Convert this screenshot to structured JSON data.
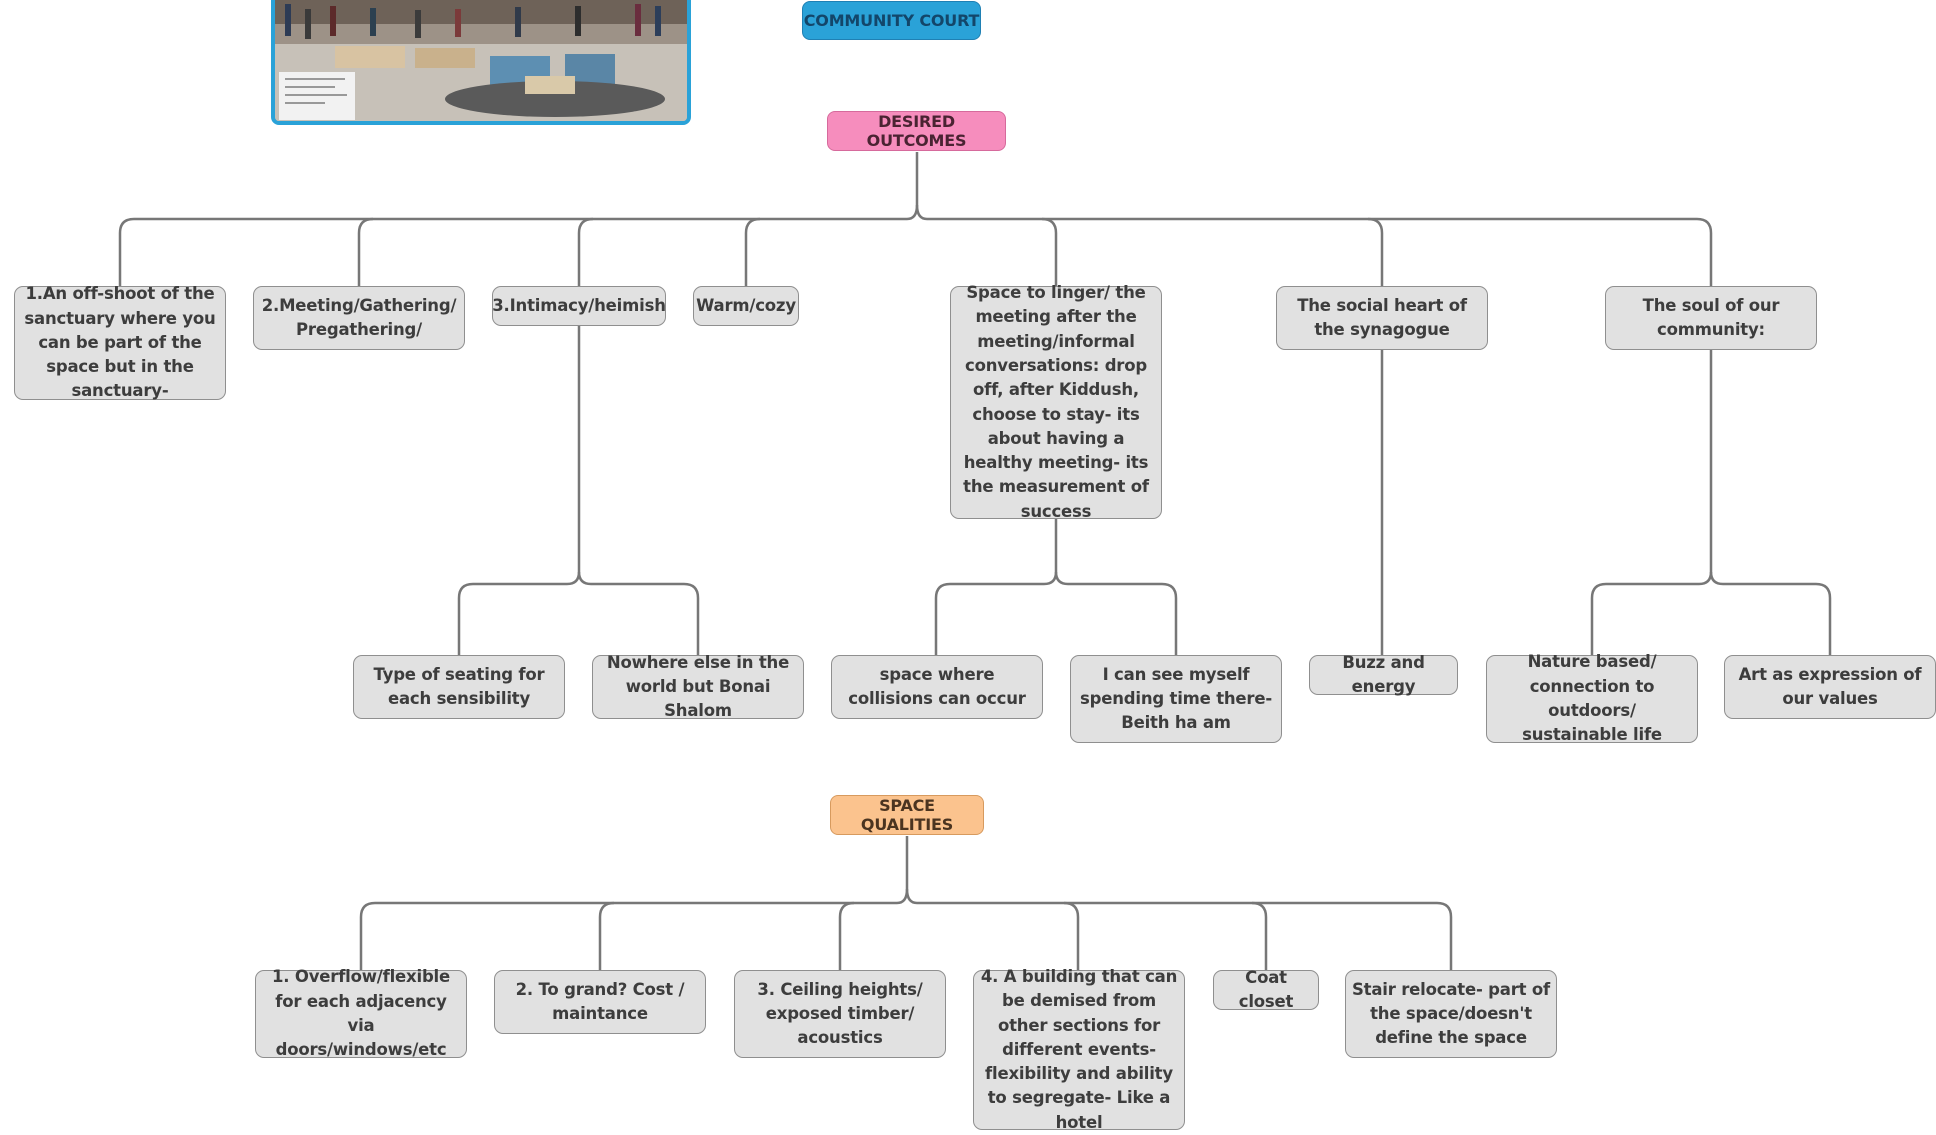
{
  "headers": {
    "community": "COMMUNITY COURT",
    "outcomes": "DESIRED OUTCOMES",
    "qualities": "SPACE QUALITIES"
  },
  "outcomes": [
    "1.An off-shoot of the sanctuary where you can be part of the space but in the sanctuary-",
    "2.Meeting/Gathering/ Pregathering/",
    "3.Intimacy/heimish",
    "Warm/cozy",
    "Space to linger/ the meeting after the meeting/informal conversations: drop off, after Kiddush, choose to stay- its about having a healthy meeting- its the measurement of success",
    "The social heart of the synagogue",
    "The soul of our community:"
  ],
  "sub_outcomes": [
    "Type of seating for each sensibility",
    "Nowhere else in the world but Bonai Shalom",
    "space where collisions can occur",
    "I can see myself spending time there- Beith ha am",
    "Buzz and energy",
    "Nature based/ connection to outdoors/ sustainable life",
    "Art as expression of our values"
  ],
  "qualities": [
    "1. Overflow/flexible for each adjacency via doors/windows/etc",
    "2. To grand? Cost / maintance",
    "3. Ceiling heights/ exposed timber/ acoustics",
    "4. A building that can be demised from other sections for different events- flexibility and ability to segregate- Like a hotel",
    "Coat closet",
    "Stair relocate- part of the space/doesn't define the space"
  ],
  "colors": {
    "node_fill": "#e1e1e1",
    "node_border": "#8f8f8f",
    "connector": "#777777",
    "community_header": "#2aa2d8",
    "outcomes_header": "#f68dbd",
    "qualities_header": "#fbc38e"
  }
}
